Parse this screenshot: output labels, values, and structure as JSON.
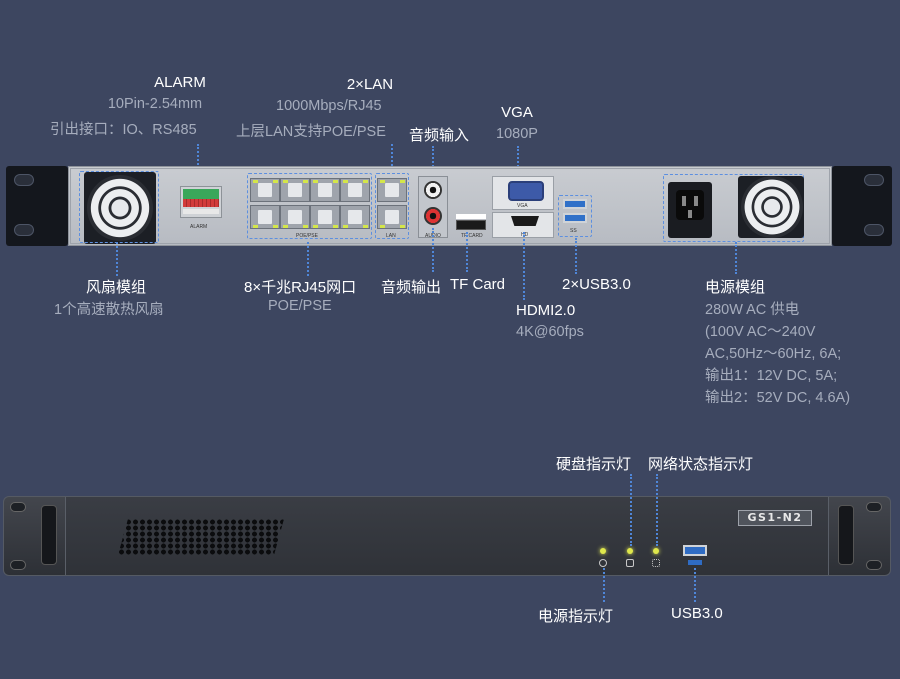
{
  "labels": {
    "alarm": {
      "title": "ALARM",
      "line1": "10Pin-2.54mm",
      "line2": "引出接口：IO、RS485"
    },
    "lan": {
      "title": "2×LAN",
      "line1": "1000Mbps/RJ45",
      "line2": "上层LAN支持POE/PSE"
    },
    "audio_in": {
      "title": "音频输入"
    },
    "vga": {
      "title": "VGA",
      "line1": "1080P"
    },
    "fan": {
      "title": "风扇模组",
      "line1": "1个高速散热风扇"
    },
    "rj45": {
      "title": "8×千兆RJ45网口",
      "line1": "POE/PSE"
    },
    "audio_out": {
      "title": "音频输出"
    },
    "tf": {
      "title": "TF Card"
    },
    "usb_back": {
      "title": "2×USB3.0"
    },
    "hdmi": {
      "title": "HDMI2.0",
      "line1": "4K@60fps"
    },
    "power": {
      "title": "电源模组",
      "line1": "280W AC 供电",
      "line2": "(100V AC～240V",
      "line3": "AC,50Hz～60Hz, 6A;",
      "line4": "输出1：12V DC, 5A;",
      "line5": "输出2：52V DC, 4.6A)"
    },
    "hdd_led": {
      "title": "硬盘指示灯"
    },
    "net_led": {
      "title": "网络状态指示灯"
    },
    "power_led": {
      "title": "电源指示灯"
    },
    "usb_front": {
      "title": "USB3.0"
    }
  },
  "device": {
    "model": "GS1-N2",
    "silk": {
      "alarm": "ALARM",
      "poe": "POE/PSE",
      "lan": "LAN",
      "audio": "AUDIO",
      "tf": "TF CARD",
      "vga": "VGA",
      "hdmi": "HD",
      "usb": "SS"
    }
  },
  "colors": {
    "background": "#3d4660",
    "accent": "#4f86d8",
    "muted": "#a6adbd"
  }
}
